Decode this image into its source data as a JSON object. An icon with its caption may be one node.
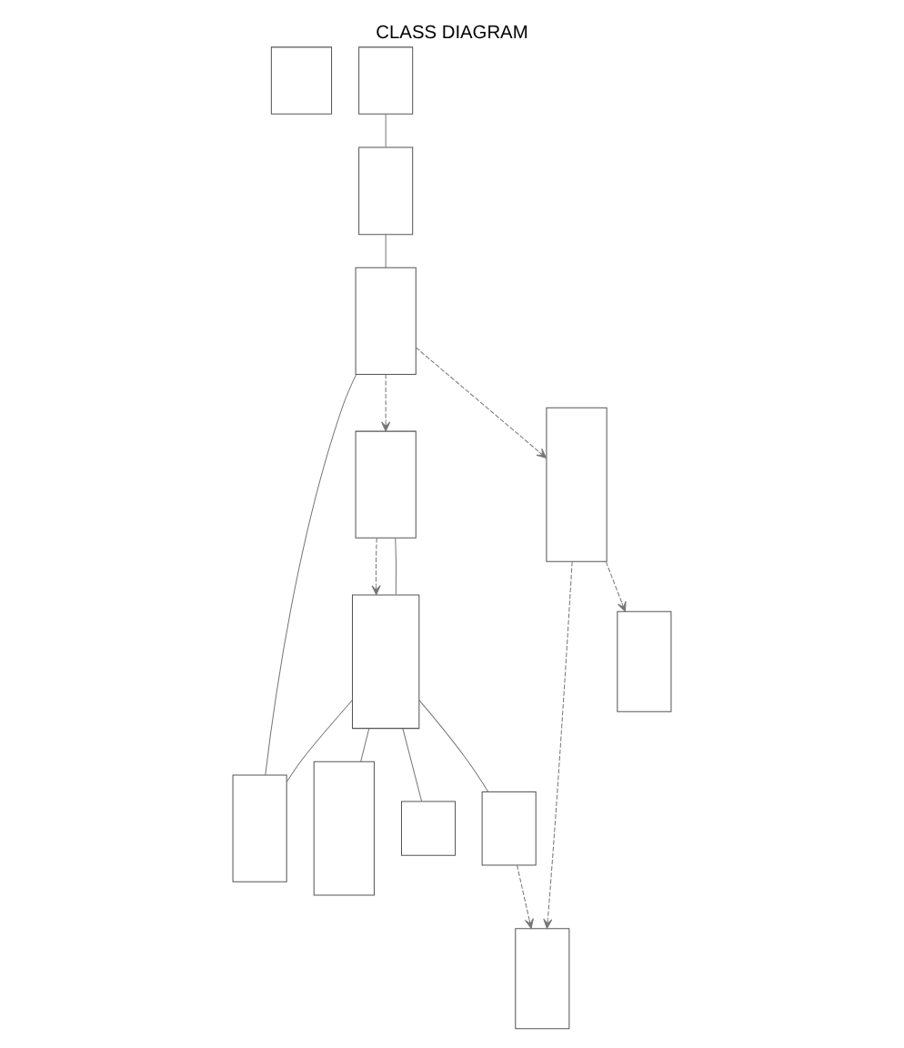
{
  "diagram": {
    "title": "CLASS DIAGRAM",
    "nodes": [
      {
        "text": [],
        "shape": "box"
      },
      {
        "text": [],
        "shape": "box"
      },
      {
        "text": [],
        "shape": "box"
      },
      {
        "text": [],
        "shape": "box"
      },
      {
        "text": [],
        "shape": "box"
      },
      {
        "text": [],
        "shape": "box"
      },
      {
        "text": [],
        "shape": "box"
      },
      {
        "text": [],
        "shape": "box"
      },
      {
        "text": [],
        "shape": "box"
      },
      {
        "text": [],
        "shape": "box"
      },
      {
        "text": [],
        "shape": "box"
      },
      {
        "text": [],
        "shape": "box"
      },
      {
        "text": [],
        "shape": "box"
      }
    ],
    "edges": [
      {
        "from": 1,
        "to": 2,
        "arrow": "none"
      },
      {
        "from": 6,
        "to": 3,
        "arrow": "none"
      },
      {
        "from": 2,
        "to": 5,
        "arrow": "none"
      },
      {
        "from": 3,
        "to": 5,
        "arrow": "none"
      },
      {
        "from": 6,
        "to": 4,
        "arrow": "none"
      },
      {
        "from": 5,
        "to": 8,
        "arrow": "to",
        "style": "dashed"
      },
      {
        "from": 5,
        "to": 9,
        "arrow": "to",
        "style": "dashed"
      },
      {
        "from": 6,
        "to": 7,
        "arrow": "none"
      },
      {
        "from": 6,
        "to": 8,
        "arrow": "none"
      },
      {
        "from": 8,
        "to": 6,
        "arrow": "to",
        "style": "dashed"
      },
      {
        "from": 6,
        "to": 10,
        "arrow": "none"
      },
      {
        "from": 10,
        "to": 11,
        "arrow": "to",
        "style": "dashed"
      },
      {
        "from": 9,
        "to": 11,
        "arrow": "to",
        "style": "dashed"
      },
      {
        "from": 9,
        "to": 12,
        "arrow": "to",
        "style": "dashed"
      }
    ]
  }
}
